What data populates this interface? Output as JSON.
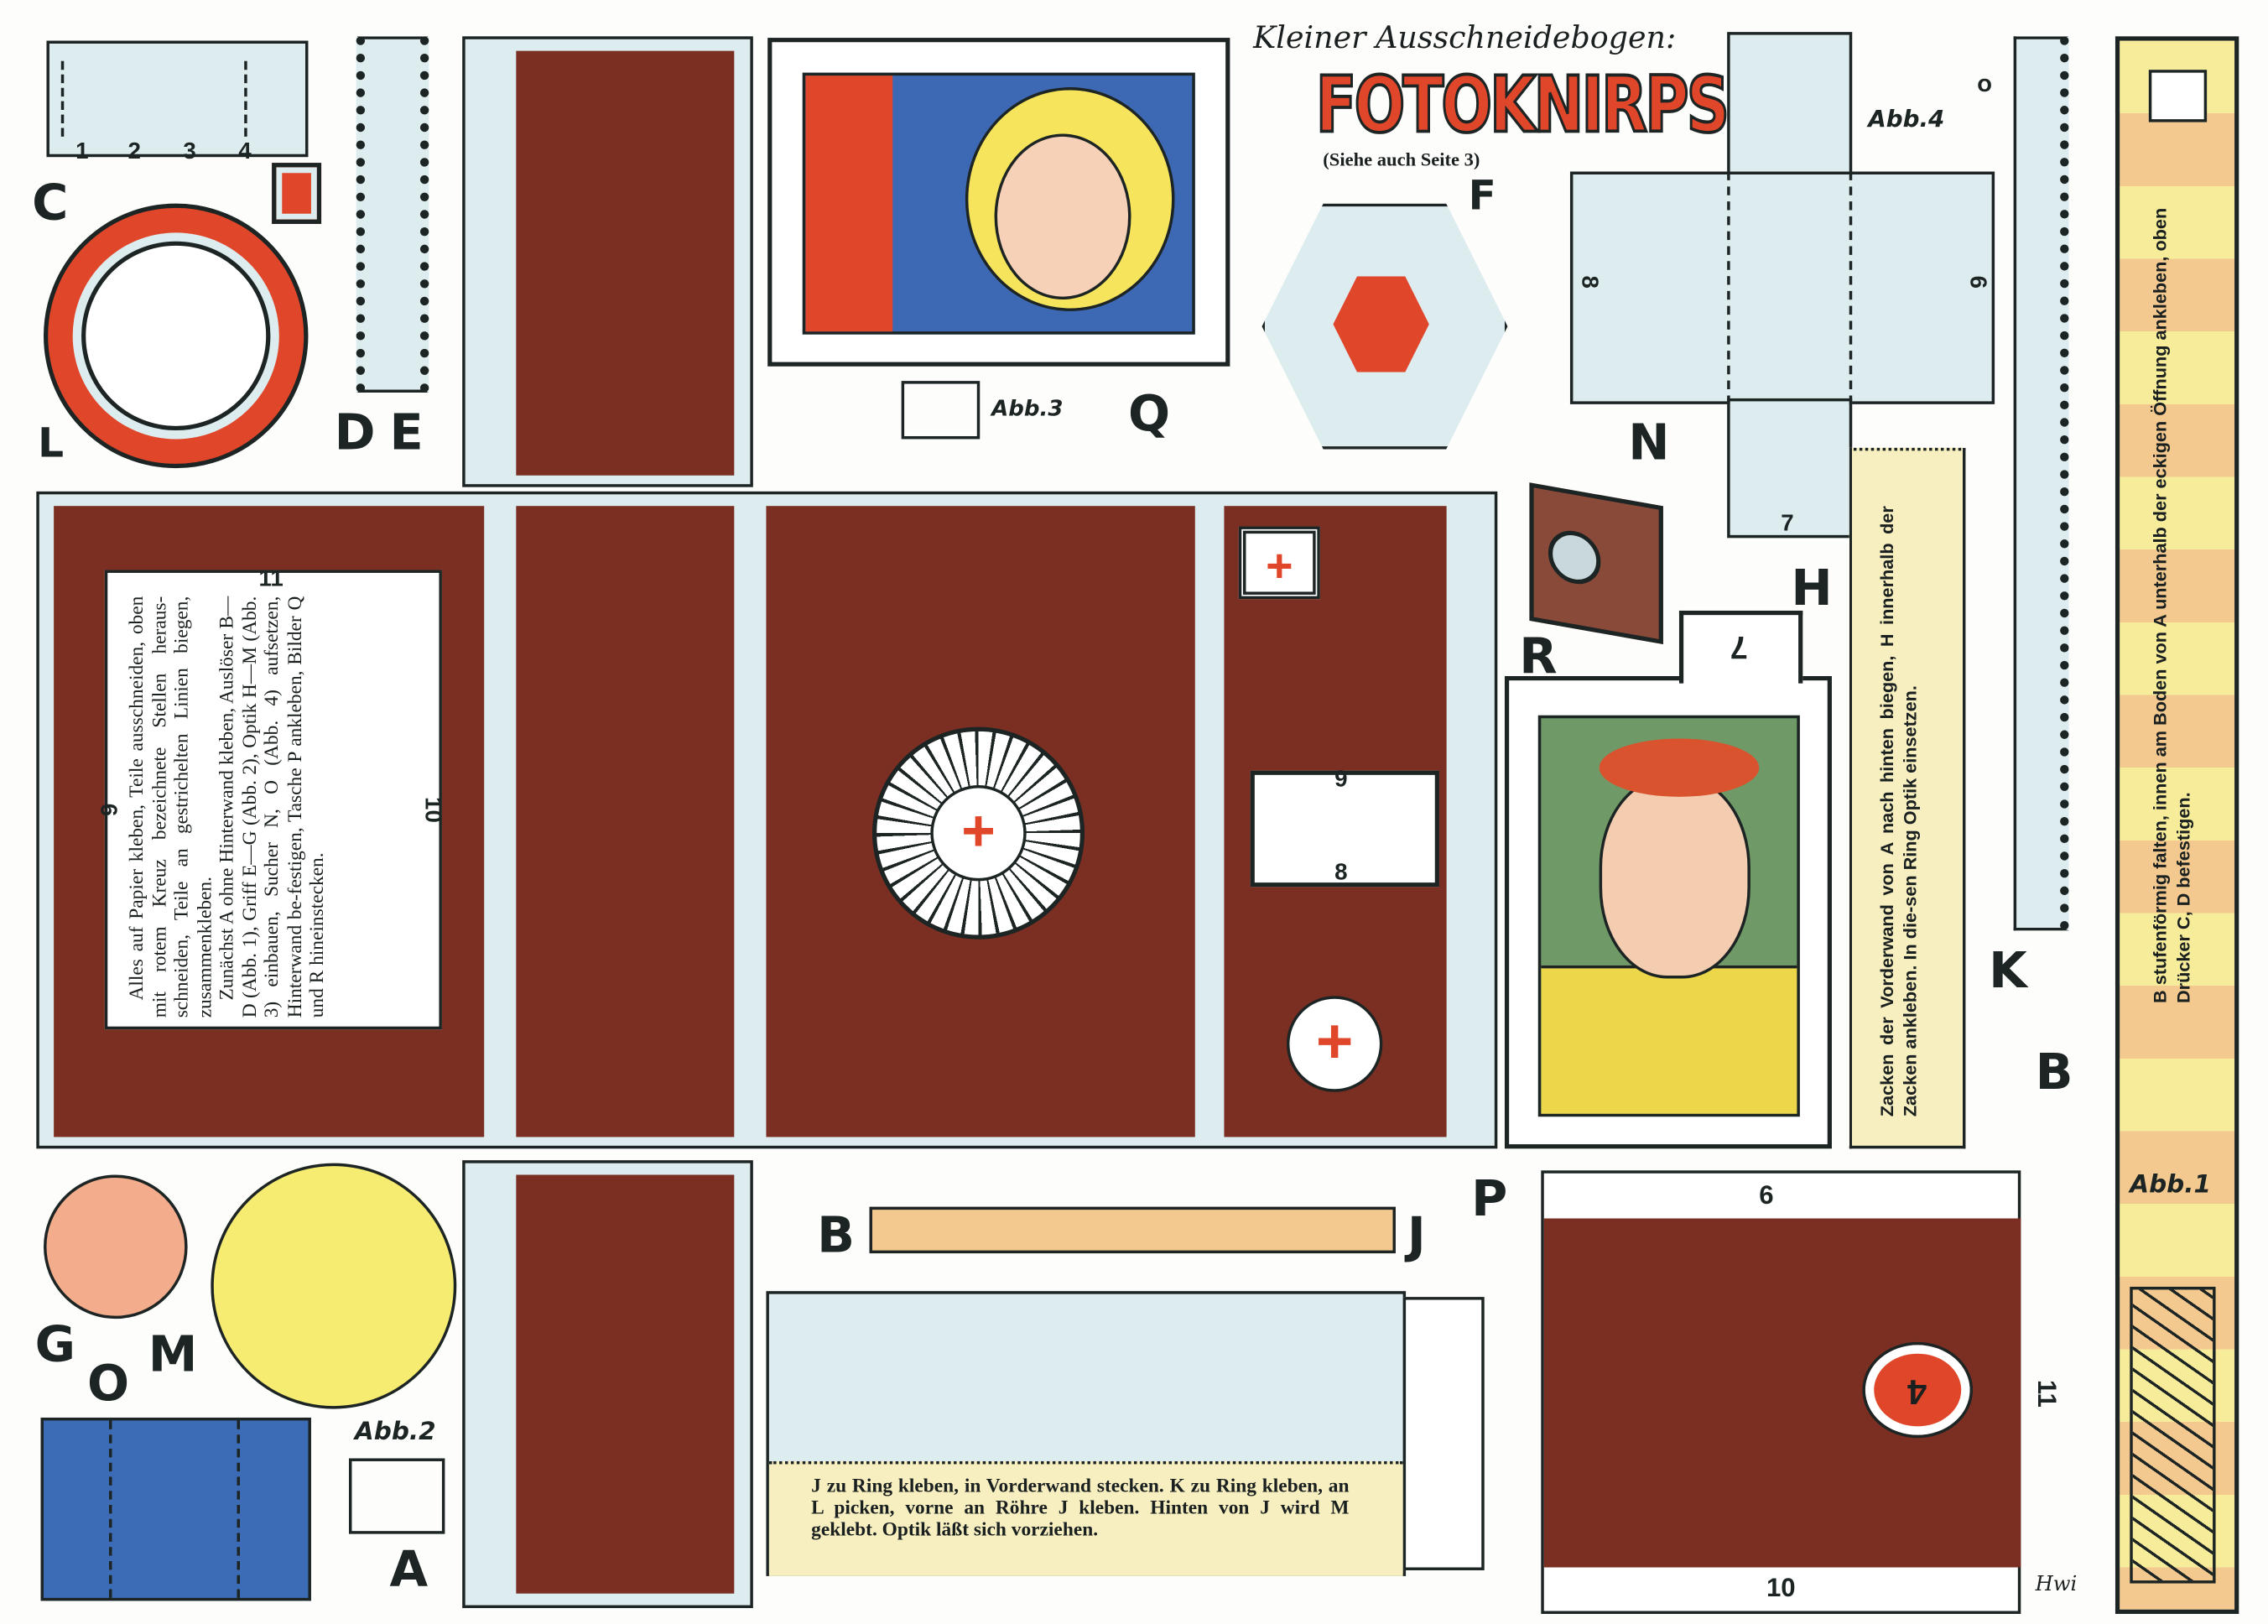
{
  "header": {
    "subtitle": "Kleiner Ausschneidebogen:",
    "title": "FOTOKNIRPS",
    "note": "(Siehe auch Seite 3)"
  },
  "instructions": {
    "main": "Alles auf Papier kleben, Teile ausschneiden, oben mit rotem Kreuz bezeichnete Stellen heraus-schneiden, Teile an gestrichelten Linien biegen, zusammenkleben.",
    "main2": "Zunächst A ohne Hinterwand kleben, Auslöser B—D (Abb. 1), Griff E—G (Abb. 2), Optik H—M (Abb. 3) einbauen, Sucher N, O (Abb. 4) aufsetzen, Hinterwand be-festigen, Tasche P ankleben, Bilder Q und R hineinstecken.",
    "tube": "J zu Ring kleben, in Vorderwand stecken. K zu Ring kleben, an L picken, vorne an Röhre J kleben. Hinten von J wird M geklebt. Optik läßt sich vorziehen.",
    "strip_h": "Zacken der Vorderwand von A nach hinten biegen, H innerhalb der Zacken ankleben. In die-sen Ring Optik einsetzen.",
    "strip_b": "B stufenförmig falten, innen am Boden von A unterhalb der eckigen Öffnung ankleben, oben Drücker C, D befestigen."
  },
  "part_labels": {
    "A": "A",
    "B": "B",
    "B2": "B",
    "C": "C",
    "D": "D",
    "E": "E",
    "F": "F",
    "G": "G",
    "H": "H",
    "J": "J",
    "K": "K",
    "L": "L",
    "M": "M",
    "N": "N",
    "O": "O",
    "P": "P",
    "Q": "Q",
    "R": "R"
  },
  "figures": {
    "abb1": "Abb.1",
    "abb2": "Abb.2",
    "abb3": "Abb.3",
    "abb4": "Abb.4"
  },
  "numbers": {
    "n1": "1",
    "n2": "2",
    "n3": "3",
    "n4": "4",
    "n6": "6",
    "n7": "7",
    "n8": "8",
    "n9": "9",
    "n10": "10",
    "n11": "11",
    "pocket_top": "6",
    "pocket_bottom": "10",
    "pocket_side": "11",
    "lens_num": "4",
    "back_top": "11",
    "back_left": "9",
    "back_right": "10"
  },
  "signature": "Hwi",
  "colors": {
    "brown": "#7b2e22",
    "pale_blue": "#dcecef",
    "red": "#e0472a",
    "cream": "#f7efc0",
    "yellow": "#f6ec72",
    "peach": "#f4ad8c",
    "blue": "#3c6cb6",
    "orange_stripe": "#f3c98f"
  }
}
